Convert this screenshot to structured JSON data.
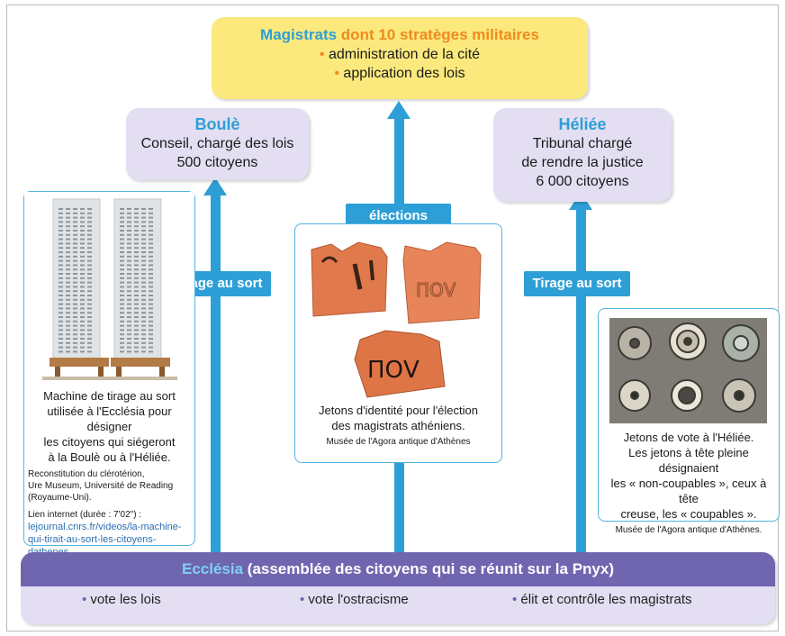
{
  "magistrats": {
    "title_part1": "Magistrats",
    "title_part2": " dont 10 stratèges militaires",
    "items": [
      "administration de la cité",
      "application des lois"
    ]
  },
  "boule": {
    "title": "Boulè",
    "line1": "Conseil, chargé des lois",
    "line2": "500 citoyens"
  },
  "heliee": {
    "title": "Héliée",
    "line1": "Tribunal chargé",
    "line2": "de rendre la justice",
    "line3": "6 000 citoyens"
  },
  "arrows": {
    "left_label": "Tirage au sort",
    "center_label": "élections",
    "right_label": "Tirage au sort"
  },
  "left_card": {
    "caption": [
      "Machine de tirage au sort",
      "utilisée à l'Ecclésia pour désigner",
      "les citoyens qui siégeront",
      "à la Boulè ou à l'Héliée."
    ],
    "credit": [
      "Reconstitution du clérotérion,",
      "Ure Museum, Université de Reading",
      "(Royaume-Uni)."
    ],
    "link_label": "Lien internet (durée : 7'02\") :",
    "link_lines": [
      "lejournal.cnrs.fr/videos/la-machine-",
      "qui-tirait-au-sort-les-citoyens-dathenes"
    ]
  },
  "center_card": {
    "caption": [
      "Jetons d'identité pour l'élection",
      "des magistrats athéniens."
    ],
    "credit": "Musée de l'Agora antique d'Athènes",
    "shard_texts": [
      "ПОV",
      "ПОV"
    ]
  },
  "right_card": {
    "caption": [
      "Jetons de vote à l'Héliée.",
      "Les jetons à tête pleine désignaient",
      "les « non-coupables », ceux à tête",
      "creuse, les « coupables »."
    ],
    "credit": "Musée de l'Agora antique d'Athènes."
  },
  "ecclesia": {
    "title_part1": "Ecclésia",
    "title_part2": " (assemblée des citoyens qui se réunit sur la Pnyx)",
    "items": [
      "vote les lois",
      "vote l'ostracisme",
      "élit et contrôle les magistrats"
    ]
  },
  "colors": {
    "accent_blue": "#2e9fd6",
    "orange": "#f08a1e",
    "yellow_box": "#fbe97d",
    "lavender": "#e3def2",
    "purple_header": "#7066b0"
  }
}
